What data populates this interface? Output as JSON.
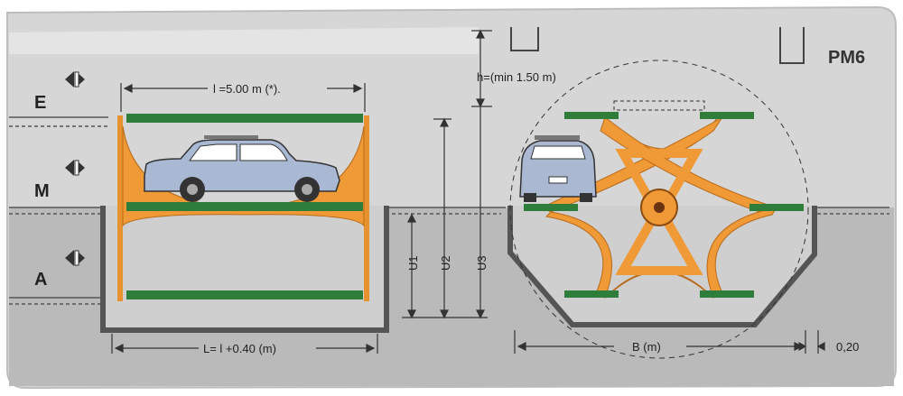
{
  "diagram": {
    "model": "PM6",
    "levels": {
      "upper": "E",
      "middle": "M",
      "lower": "A"
    },
    "dim_length": "l =5.00 m  (*).",
    "dim_total_length": "L= l +0.40  (m)",
    "dim_height": "h=(min  1.50  m)",
    "dim_u1": "U1",
    "dim_u2": "U2",
    "dim_u3": "U3",
    "dim_width": "B  (m)",
    "dim_offset": "0,20"
  },
  "colors": {
    "background": "#d4d4d4",
    "ground": "#b9b9b9",
    "frame": "#ef9a36",
    "platform": "#2f7d3a",
    "car": "#aab8d2",
    "pit_wall": "#5a5a5a"
  }
}
